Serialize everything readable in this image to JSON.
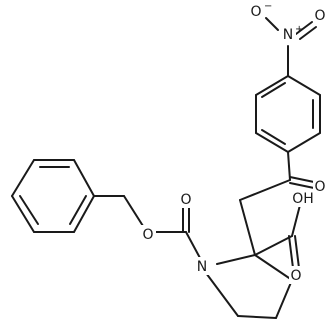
{
  "molecule": {
    "atoms": {
      "nitro_o_minus": "O",
      "nitro_o_minus_charge": "−",
      "nitro_n": "N",
      "nitro_n_charge": "+",
      "nitro_o": "O",
      "ketone_o": "O",
      "ester_o": "O",
      "carbamate_o": "O",
      "ring_n": "N",
      "acid_oh": "OH",
      "acid_o": "O"
    },
    "colors": {
      "bond": "#1a1a1a",
      "label": "#1a1a1a",
      "background": "#ffffff"
    }
  }
}
